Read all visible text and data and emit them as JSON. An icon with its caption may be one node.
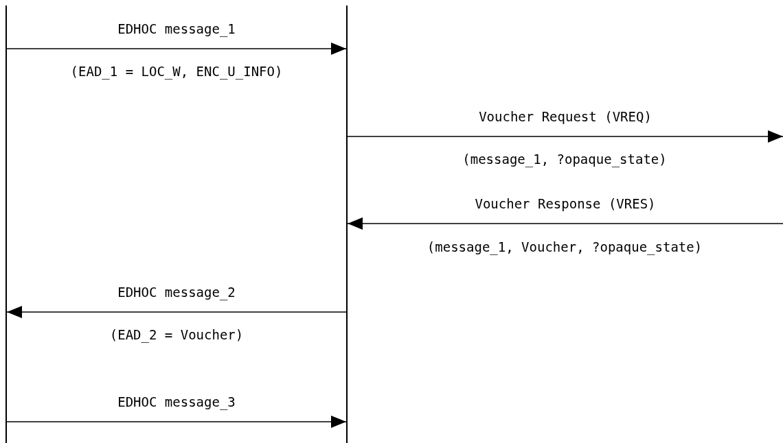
{
  "diagram": {
    "nodes": [
      {
        "text": [],
        "shape": "line"
      },
      {
        "text": [],
        "shape": "line"
      }
    ],
    "edges": [
      {
        "from": 0,
        "to": 1,
        "arrow": "to",
        "label": "EDHOC message_1"
      },
      {
        "from": 1,
        "to": null,
        "arrow": "to",
        "label": "Voucher Request (VREQ)"
      },
      {
        "from": null,
        "to": 1,
        "arrow": "to",
        "label": "Voucher Response (VRES)"
      },
      {
        "from": 1,
        "to": 0,
        "arrow": "to",
        "label": "EDHOC message_2"
      },
      {
        "from": 0,
        "to": 1,
        "arrow": "to",
        "label": "EDHOC message_3"
      }
    ],
    "labels": [
      "(EAD_1 = LOC_W, ENC_U_INFO)",
      "(message_1, ?opaque_state)",
      "(message_1, Voucher, ?opaque_state)",
      "(EAD_2 = Voucher)"
    ]
  }
}
